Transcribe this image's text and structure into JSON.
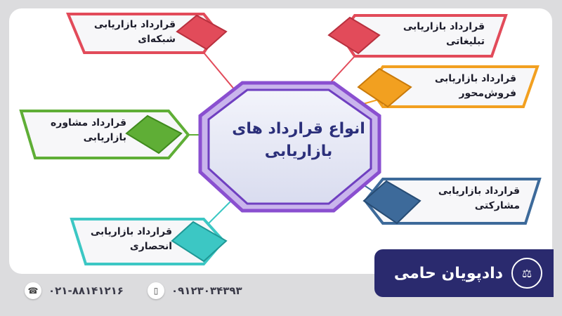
{
  "title": "انواع قرارداد های بازاریابی",
  "title_line1": "انواع قرارداد های",
  "title_line2": "بازاریابی",
  "branches": [
    {
      "line1": "قرارداد بازاریابی",
      "line2": "شبکه‌ای",
      "color": "#e24b5a"
    },
    {
      "line1": "قرارداد بازاریابی",
      "line2": "تبلیغاتی",
      "color": "#e24b5a"
    },
    {
      "line1": "قرارداد بازاریابی",
      "line2": "فروش‌محور",
      "color": "#f2a020"
    },
    {
      "line1": "قرارداد مشاوره",
      "line2": "بازاریابی",
      "color": "#5fae36"
    },
    {
      "line1": "قرارداد بازاریابی",
      "line2": "مشارکتی",
      "color": "#3d6a9a"
    },
    {
      "line1": "قرارداد بازاریابی",
      "line2": "انحصاری",
      "color": "#3cc7c4"
    }
  ],
  "footer": {
    "phone1": "۰۲۱-۸۸۱۴۱۲۱۶",
    "phone2": "۰۹۱۲۳۰۳۴۳۹۳",
    "phone_icon": "phone-icon",
    "mobile_icon": "mobile-icon"
  },
  "brand": {
    "name": "دادپویان حامی",
    "logo_icon": "law-firm-logo-icon"
  },
  "colors": {
    "hub_border": "#8a4fd0",
    "brand_bg": "#2a2a6e"
  }
}
